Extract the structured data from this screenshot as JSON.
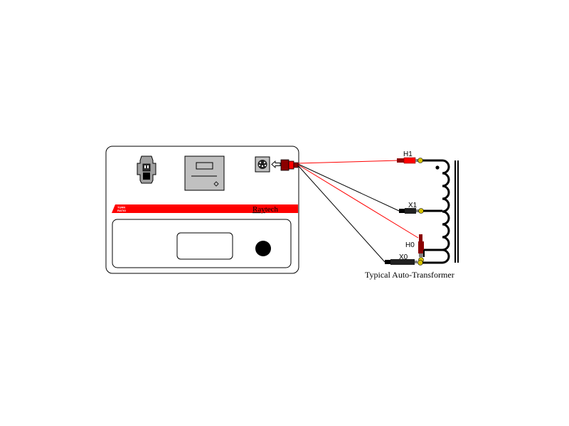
{
  "instrument": {
    "stripe_text": "TURN RATIO",
    "stripe_line1": "TURN",
    "stripe_line2": "RATIO",
    "brand": "Raytech",
    "brand_first": "Ray",
    "brand_rest": "tech"
  },
  "terminals": {
    "h1": "H1",
    "x1": "X1",
    "h0": "H0",
    "x0": "X0"
  },
  "caption": "Typical Auto-Transformer",
  "colors": {
    "lead_red": "#ff0000",
    "lead_black": "#000000",
    "stripe": "#ff0000",
    "panel_gray": "#c0c0c0",
    "plug_dark_red": "#8b0000"
  },
  "icons": {
    "power": "power-inlet-icon",
    "display": "display-window-icon",
    "connector": "connector-socket-icon",
    "arrow": "left-arrow-icon",
    "knob": "knob-icon"
  }
}
